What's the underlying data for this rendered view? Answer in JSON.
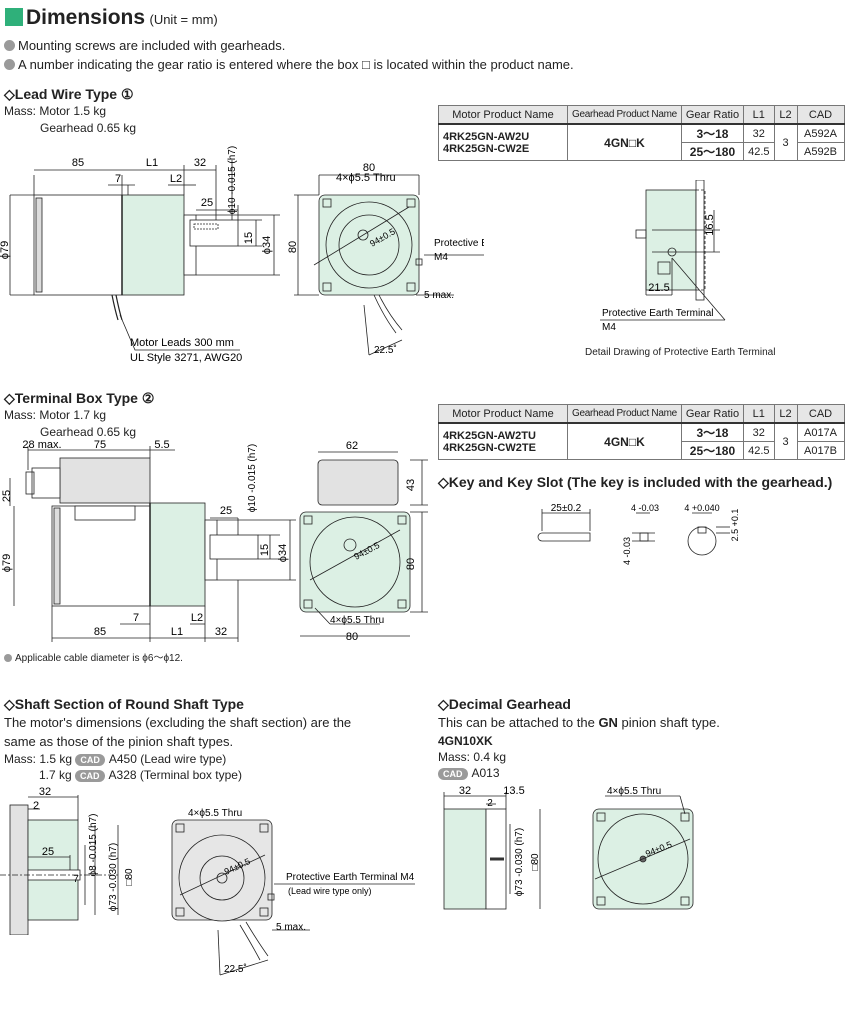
{
  "header": {
    "title": "Dimensions",
    "unit": "(Unit = mm)"
  },
  "notes": [
    "Mounting screws are included with gearheads.",
    "A number indicating the gear ratio is entered where the box □ is located within the product name."
  ],
  "colors": {
    "accent": "#2fb07a",
    "motor_fill": "#dcf0e4",
    "header_fill": "#e6e6e6"
  },
  "lead_wire": {
    "title": "◇Lead Wire Type ①",
    "mass_motor": "Mass: Motor  1.5 kg",
    "mass_gearhead": "Gearhead 0.65 kg",
    "table": {
      "headers": [
        "Motor Product Name",
        "Gearhead Product Name",
        "Gear Ratio",
        "L1",
        "L2",
        "CAD"
      ],
      "products": [
        "4RK25GN-AW2U",
        "4RK25GN-CW2E"
      ],
      "gearhead": "4GN□K",
      "ratios": [
        "3～18",
        "25～180"
      ],
      "l1": [
        "32",
        "42.5"
      ],
      "l2": "3",
      "cad": [
        "A592A",
        "A592B"
      ]
    },
    "dims": {
      "d85": "85",
      "dL1": "L1",
      "d32": "32",
      "d7": "7",
      "dL2": "L2",
      "d25": "25",
      "d15": "15",
      "phi79": "ϕ79",
      "phi34": "ϕ34",
      "phi10": "ϕ10 -0.015 (h7)",
      "d80": "80",
      "d80v": "80",
      "holes": "4×ϕ5.5 Thru",
      "pcd": "94±0.5",
      "pet": "Protective Earth Terminal",
      "m4": "M4",
      "max5": "5 max.",
      "angle": "22.5˚",
      "leads1": "Motor Leads 300 mm",
      "leads2": "UL Style 3271, AWG20"
    },
    "detail": {
      "d16_5": "16.5",
      "d21_5": "21.5",
      "pet": "Protective Earth Terminal",
      "m4": "M4",
      "caption": "Detail Drawing of Protective Earth Terminal"
    }
  },
  "terminal_box": {
    "title": "◇Terminal Box Type ②",
    "mass_motor": "Mass: Motor  1.7 kg",
    "mass_gearhead": "Gearhead 0.65 kg",
    "table": {
      "headers": [
        "Motor Product Name",
        "Gearhead Product Name",
        "Gear Ratio",
        "L1",
        "L2",
        "CAD"
      ],
      "products": [
        "4RK25GN-AW2TU",
        "4RK25GN-CW2TE"
      ],
      "gearhead": "4GN□K",
      "ratios": [
        "3～18",
        "25～180"
      ],
      "l1": [
        "32",
        "42.5"
      ],
      "l2": "3",
      "cad": [
        "A017A",
        "A017B"
      ]
    },
    "dims": {
      "max28": "28 max.",
      "d75": "75",
      "d5_5": "5.5",
      "d25v": "25",
      "phi79": "ϕ79",
      "phi10": "ϕ10 -0.015 (h7)",
      "d25": "25",
      "d15": "15",
      "phi34": "ϕ34",
      "d85": "85",
      "d7": "7",
      "dL1": "L1",
      "dL2": "L2",
      "d32": "32",
      "d62": "62",
      "d43": "43",
      "d80v": "80",
      "d80": "80",
      "holes": "4×ϕ5.5 Thru",
      "pcd": "94±0.5"
    },
    "cable_note": "Applicable cable diameter is ϕ6～ϕ12."
  },
  "key": {
    "title": "◇Key and Key Slot (The key is included with the gearhead.)",
    "d25": "25±0.2",
    "d4a": "4 -0.03",
    "d4b": "4 -0.03",
    "d4c": "4 +0.040",
    "d2_5": "2.5 +0.1"
  },
  "round_shaft": {
    "title": "◇Shaft Section of Round Shaft Type",
    "desc1": "The motor's dimensions (excluding the shaft section) are the",
    "desc2": "same as those of the pinion shaft types.",
    "mass1_prefix": "Mass: 1.5 kg",
    "mass1_cad": "A450 (Lead wire type)",
    "mass2_prefix": "1.7 kg",
    "mass2_cad": "A328 (Terminal box type)",
    "cad_badge": "CAD",
    "dims": {
      "d32": "32",
      "d2": "2",
      "d25": "25",
      "d7": "7",
      "phi8": "ϕ8 -0.015 (h7)",
      "phi73": "ϕ73 -0.030 (h7)",
      "sq80": "□80",
      "holes": "4×ϕ5.5 Thru",
      "pcd": "94±0.5",
      "pet": "Protective Earth Terminal M4",
      "pet2": "(Lead wire type only)",
      "max5": "5 max.",
      "angle": "22.5˚"
    }
  },
  "decimal": {
    "title": "◇Decimal Gearhead",
    "desc_prefix": "This can be attached to the ",
    "desc_bold": "GN",
    "desc_suffix": " pinion shaft type.",
    "model": "4GN10XK",
    "mass": "Mass: 0.4 kg",
    "cad_badge": "CAD",
    "cad": "A013",
    "dims": {
      "d32": "32",
      "d13_5": "13.5",
      "d2": "2",
      "phi73": "ϕ73 -0.030 (h7)",
      "sq80": "□80",
      "holes": "4×ϕ5.5 Thru",
      "pcd": "94±0.5"
    }
  }
}
